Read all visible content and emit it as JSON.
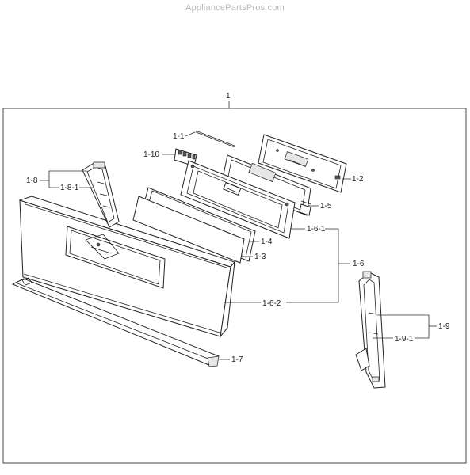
{
  "watermark": "AppliancePartsPros.com",
  "callouts": {
    "c1": "1",
    "c1_1": "1-1",
    "c1_10": "1-10",
    "c1_2": "1-2",
    "c1_5": "1-5",
    "c1_8": "1-8",
    "c1_8_1": "1-8-1",
    "c1_6_1": "1-6-1",
    "c1_4": "1-4",
    "c1_3": "1-3",
    "c1_6": "1-6",
    "c1_6_2": "1-6-2",
    "c1_9": "1-9",
    "c1_9_1": "1-9-1",
    "c1_7": "1-7"
  }
}
